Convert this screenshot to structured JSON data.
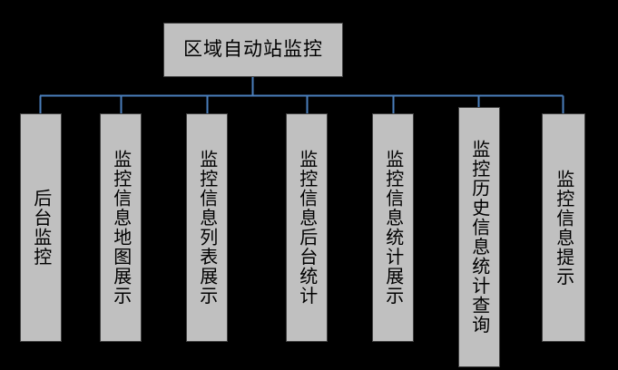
{
  "diagram": {
    "type": "org-chart",
    "orientation": "top-down",
    "background_color": "#000000",
    "node_fill_color": "#c0c0c0",
    "node_border_color": "#404040",
    "connector_color": "#4a7ebb",
    "root": {
      "label": "区域自动站监控",
      "text_direction": "horizontal"
    },
    "children": [
      {
        "label": "后台监控",
        "text_direction": "vertical"
      },
      {
        "label": "监控信息地图展示",
        "text_direction": "vertical"
      },
      {
        "label": "监控信息列表展示",
        "text_direction": "vertical"
      },
      {
        "label": "监控信息后台统计",
        "text_direction": "vertical"
      },
      {
        "label": "监控信息统计展示",
        "text_direction": "vertical"
      },
      {
        "label": "监控历史信息统计查询",
        "text_direction": "vertical"
      },
      {
        "label": "监控信息提示",
        "text_direction": "vertical"
      }
    ]
  }
}
